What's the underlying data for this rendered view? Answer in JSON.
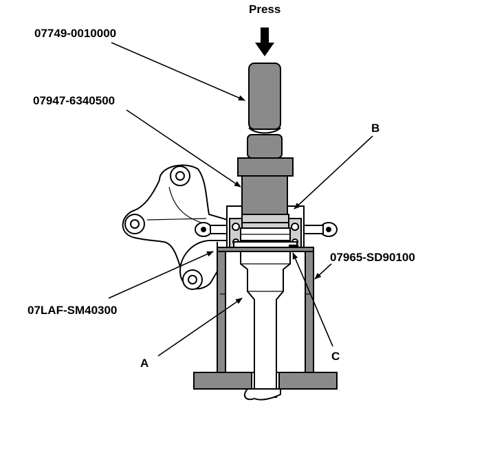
{
  "labels": {
    "press": "Press",
    "tool_1": "07749-0010000",
    "tool_2": "07947-6340500",
    "tool_3": "07LAF-SM40300",
    "tool_4": "07965-SD90100",
    "callout_a": "A",
    "callout_b": "B",
    "callout_c": "C"
  },
  "colors": {
    "part_fill": "#8a8a8a",
    "light_fill": "#cfcfcf",
    "line": "#000000",
    "background": "#ffffff"
  }
}
